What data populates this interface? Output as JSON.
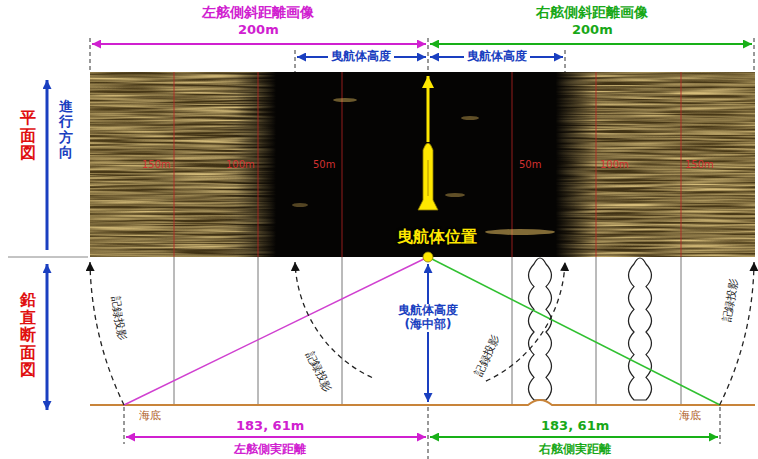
{
  "diagram": {
    "labels": [
      "左舷側斜距離画像",
      "200m",
      "右舷側斜距離画像",
      "200m",
      "曳航体高度",
      "曳航体高度",
      "平面図",
      "進行方向",
      "鉛直断面図",
      "150m",
      "100m",
      "50m",
      "50m",
      "100m",
      "150m",
      "曳航体位置",
      "曳航体高度 (海中部)",
      "記録投影",
      "記録投影",
      "記録投影",
      "記録投影",
      "海底",
      "海底",
      "183, 61m",
      "183, 61m",
      "左舷側実距離",
      "右舷側実距離"
    ]
  }
}
